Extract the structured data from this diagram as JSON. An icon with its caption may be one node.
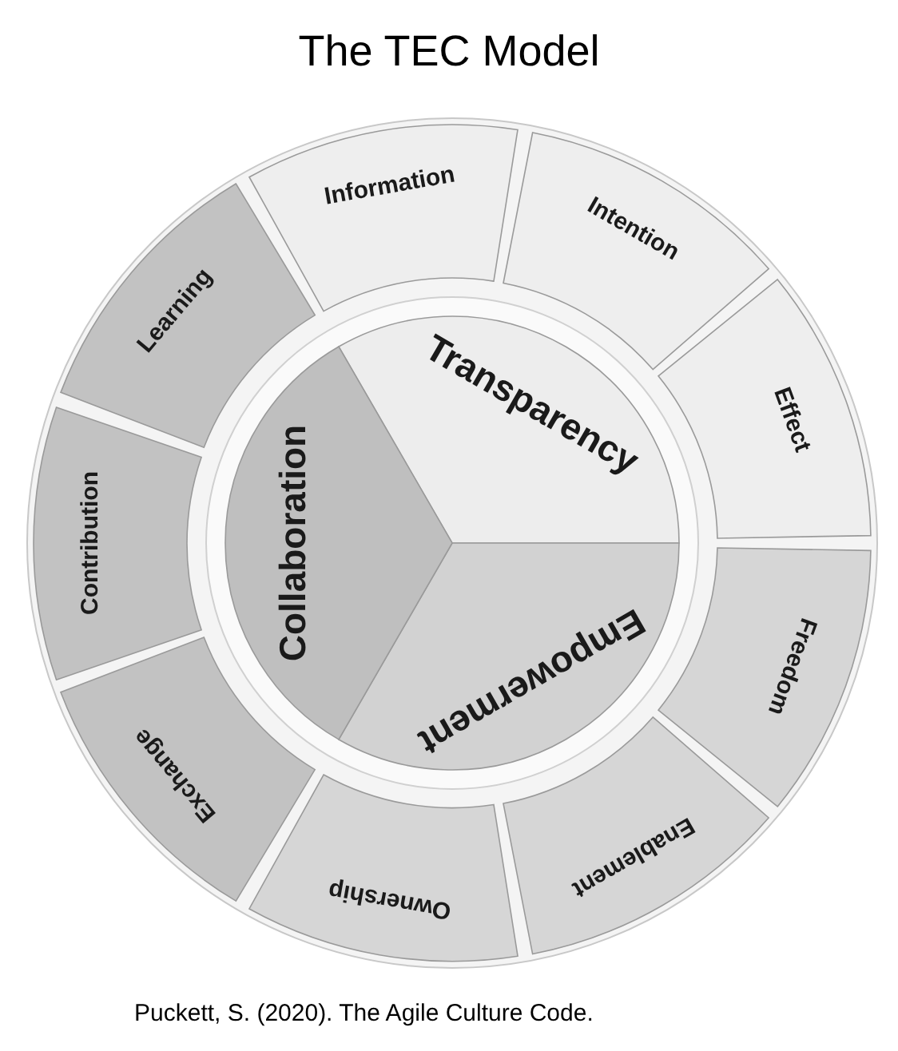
{
  "diagram": {
    "title": "The TEC Model",
    "caption": "Puckett, S. (2020). The Agile Culture Code.",
    "nodes": [
      {
        "text": [
          "Transparency"
        ]
      },
      {
        "text": [
          "Empowerment"
        ]
      },
      {
        "text": [
          "Collaboration"
        ]
      },
      {
        "text": [
          "Information"
        ]
      },
      {
        "text": [
          "Intention"
        ]
      },
      {
        "text": [
          "Effect"
        ]
      },
      {
        "text": [
          "Freedom"
        ]
      },
      {
        "text": [
          "Enablement"
        ]
      },
      {
        "text": [
          "Ownership"
        ]
      },
      {
        "text": [
          "Exchange"
        ]
      },
      {
        "text": [
          "Contribution"
        ]
      },
      {
        "text": [
          "Learning"
        ]
      }
    ]
  }
}
